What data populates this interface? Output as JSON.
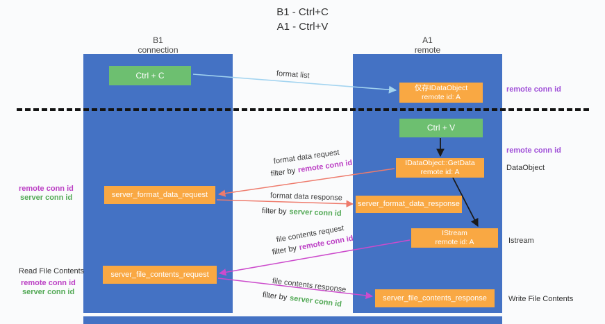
{
  "title": {
    "line1": "B1 - Ctrl+C",
    "line2": "A1 - Ctrl+V"
  },
  "lanes": {
    "left": {
      "name": "B1",
      "sub": "connection"
    },
    "right": {
      "name": "A1",
      "sub": "remote"
    }
  },
  "boxes": {
    "ctrl_c": "Ctrl + C",
    "ctrl_v": "Ctrl + V",
    "idataobject": {
      "line1": "仅存IDataObject",
      "line2": "remote id: A"
    },
    "getdata": {
      "line1": "IDataObject::GetData",
      "line2": "remote id: A"
    },
    "istream": {
      "line1": "IStream",
      "line2": "remote id: A"
    },
    "format_request": "server_format_data_request",
    "format_response": "server_format_data_response",
    "file_request": "server_file_contents_request",
    "file_response": "server_file_contents_response"
  },
  "labels": {
    "format_list": "format list",
    "format_data_request": "format data request",
    "format_data_response": "format data response",
    "file_contents_request": "file contents request",
    "file_contents_response": "file contents response",
    "filter_by": "filter by",
    "remote_conn_id": "remote conn id",
    "server_conn_id": "server conn id",
    "dataobject": "DataObject",
    "istream_side": "Istream",
    "read_file_contents": "Read File Contents",
    "write_file_contents": "Write File Contents"
  },
  "colors": {
    "lane_blue": "#4472c4",
    "box_green": "#6dbf70",
    "box_orange": "#f9a843",
    "arrow_blue": "#a3d4f0",
    "arrow_salmon": "#ee7b6c",
    "arrow_magenta": "#cc4bcc",
    "arrow_black": "#1a1a1a",
    "text_purple": "#a050d8",
    "text_magenta": "#bb3fc4",
    "text_green": "#53a956"
  }
}
